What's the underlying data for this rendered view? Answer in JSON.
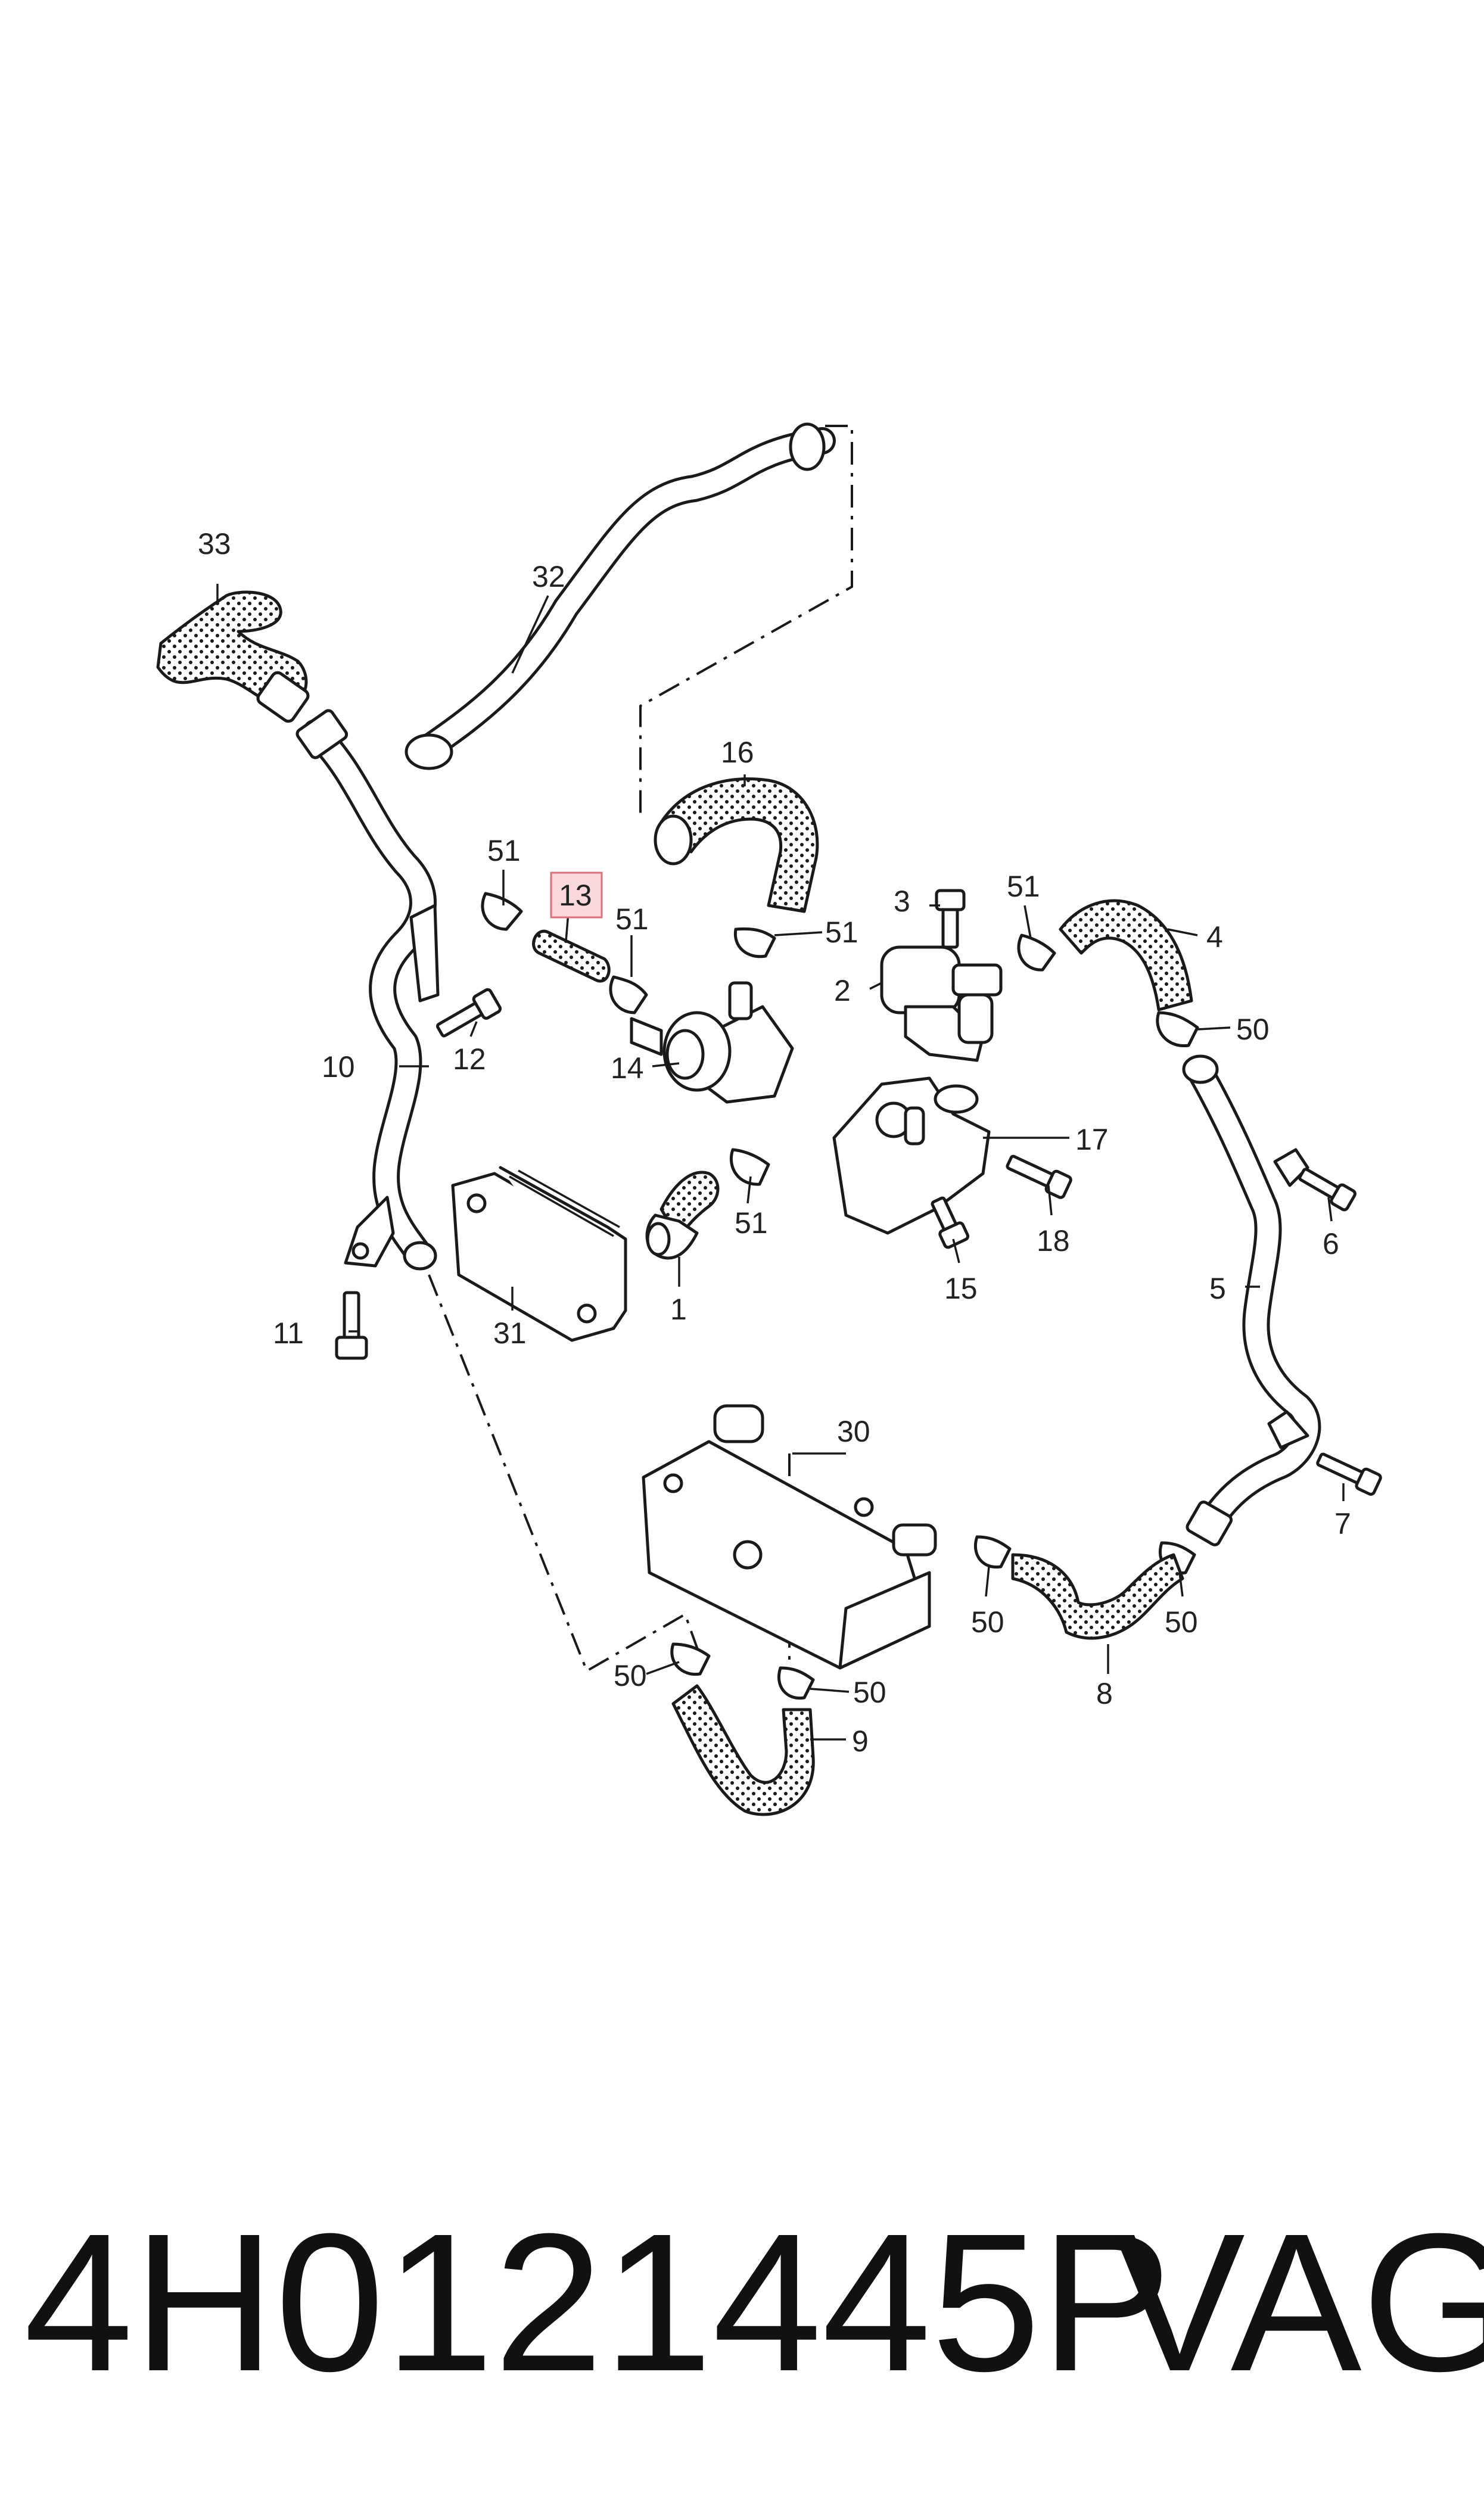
{
  "callouts": {
    "c1": "1",
    "c2": "2",
    "c3": "3",
    "c4": "4",
    "c5": "5",
    "c6": "6",
    "c7": "7",
    "c8": "8",
    "c9": "9",
    "c10": "10",
    "c11": "11",
    "c12": "12",
    "c13": "13",
    "c14": "14",
    "c15": "15",
    "c16": "16",
    "c17": "17",
    "c18": "18",
    "c30": "30",
    "c31": "31",
    "c32": "32",
    "c33": "33",
    "c50a": "50",
    "c50b": "50",
    "c50c": "50",
    "c50d": "50",
    "c50e": "50",
    "c51a": "51",
    "c51b": "51",
    "c51c": "51",
    "c51d": "51",
    "c51e": "51"
  },
  "highlighted_callout": "13",
  "highlight_color": "#f9d9dc",
  "footer": {
    "part_number": "4H0121445P",
    "brand": "VAG"
  }
}
